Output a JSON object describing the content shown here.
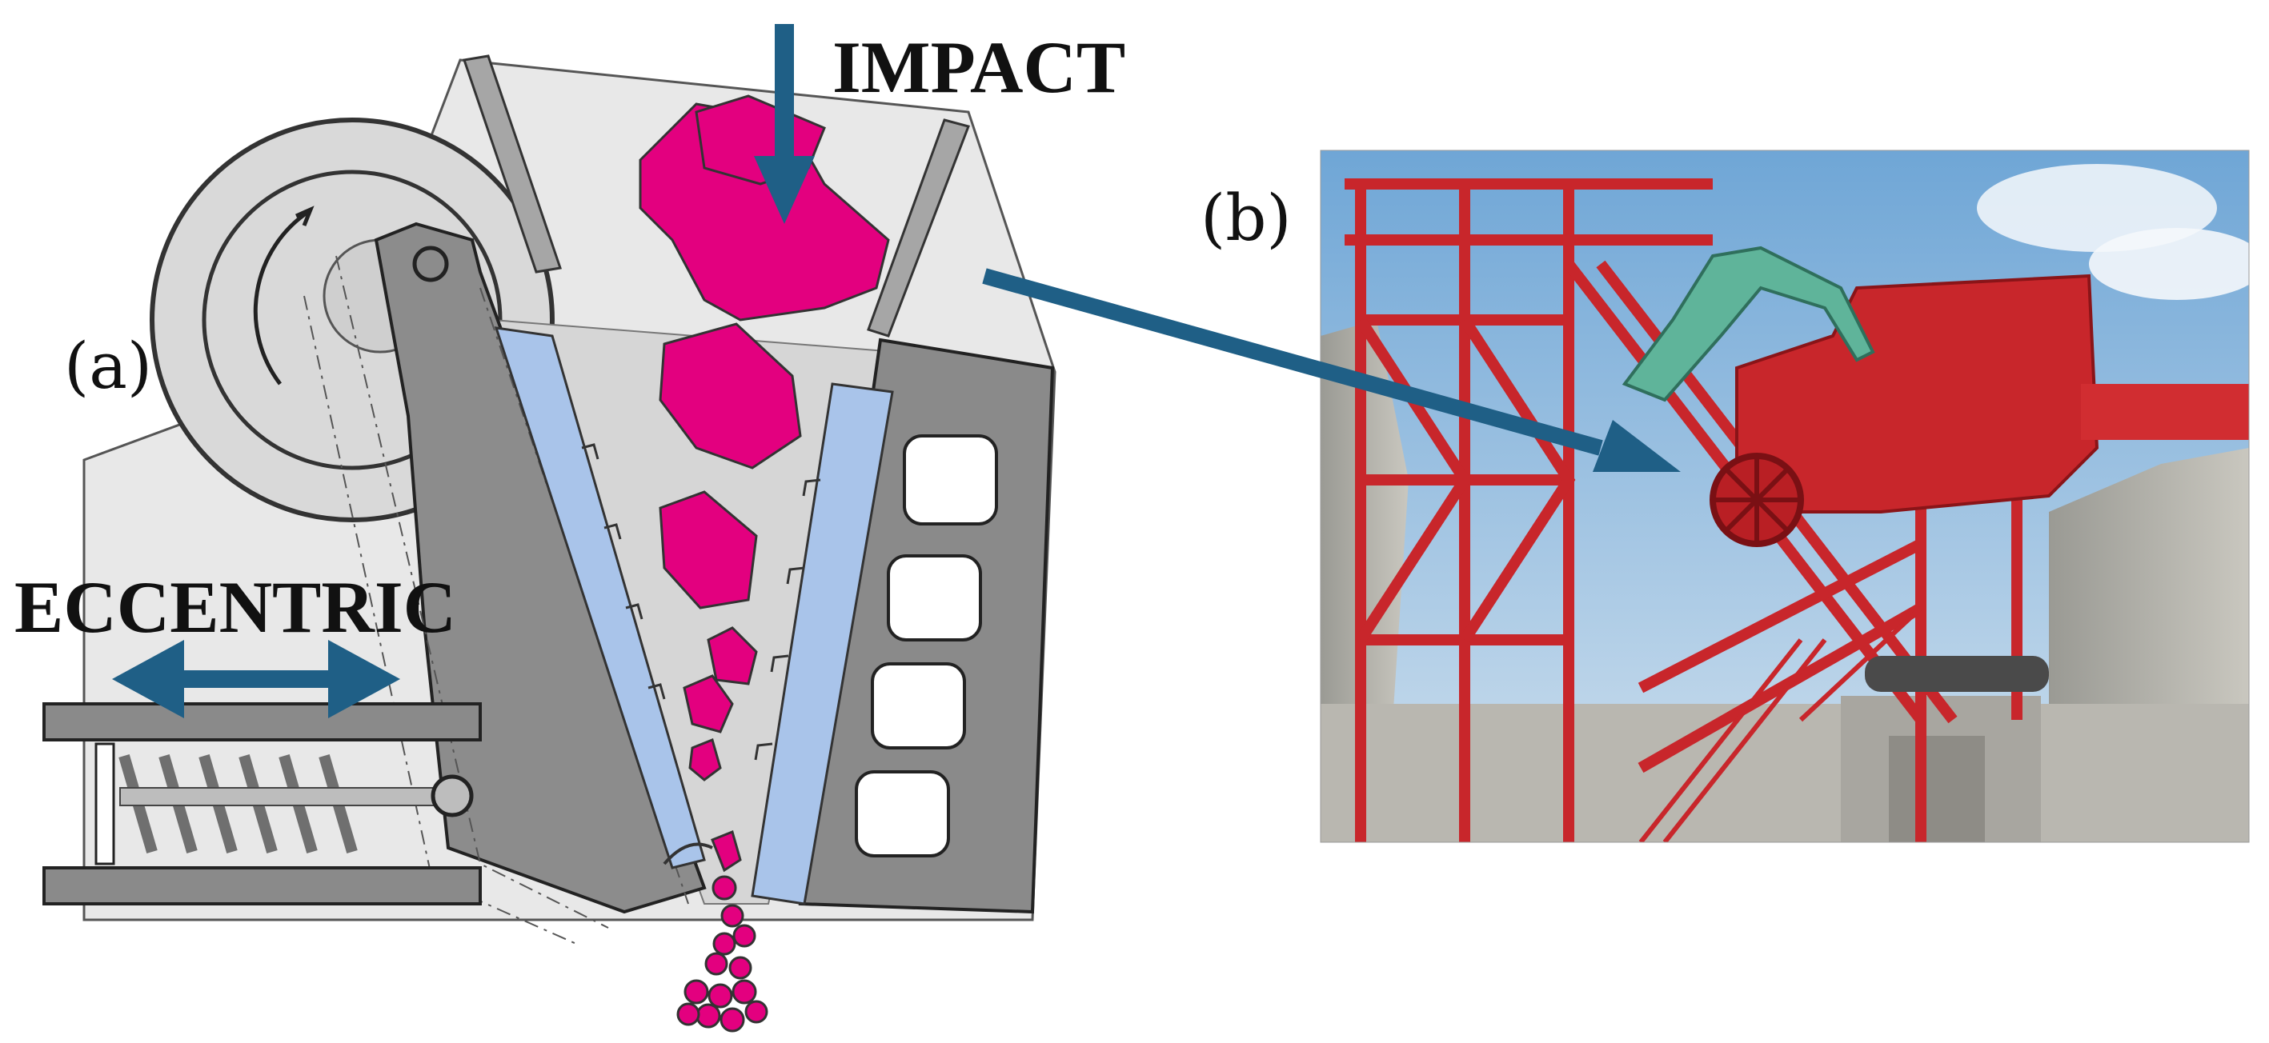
{
  "labels": {
    "panel_a": "(a)",
    "panel_b": "(b)",
    "impact": "IMPACT",
    "eccentric": "ECCENTRIC"
  },
  "colors": {
    "arrow": "#1f5f86",
    "rock": "#e3007f",
    "jaw_liner": "#a9c4ea",
    "frame_dark": "#8a8a8a",
    "frame_light": "#d3d3d3",
    "housing": "#e6e6e6",
    "photo_red": "#c8262b",
    "photo_sky": "#7fb2dc"
  },
  "icons": {
    "impact_arrow": "arrow-down-icon",
    "eccentric_arrow": "double-arrow-icon",
    "rotation_arrow": "rotation-arrow-icon",
    "link_arrow": "arrow-right-icon"
  }
}
